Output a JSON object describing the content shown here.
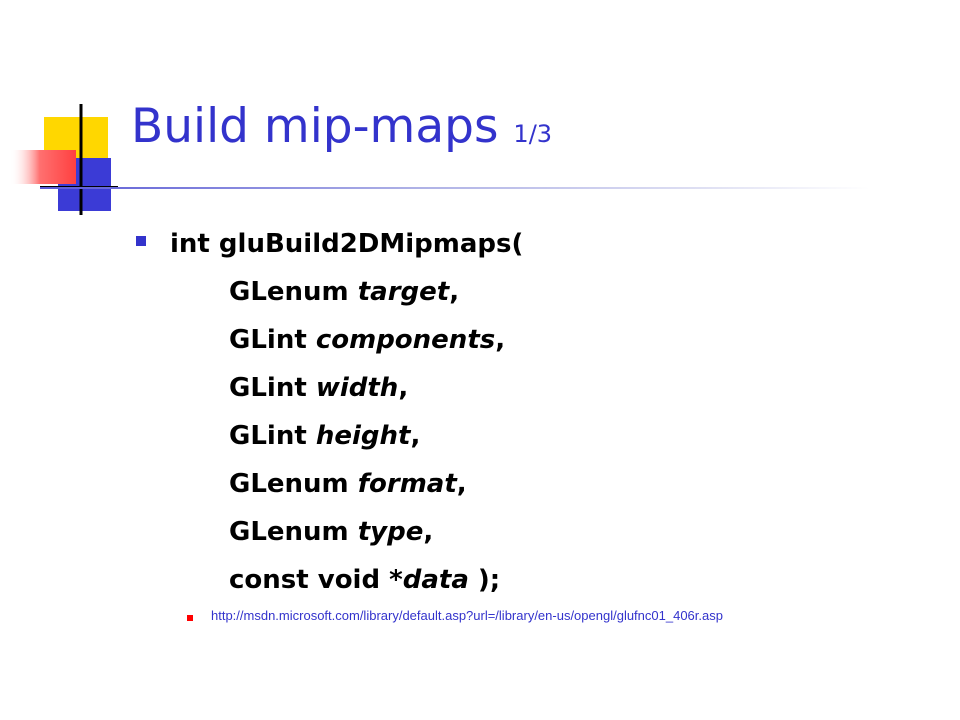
{
  "theme": {
    "title_color": "#3333cc",
    "accent_color": "#3333cc",
    "text_color": "#000000",
    "logo_colors": {
      "yellow": "#ffd700",
      "blue": "#3b3bd6",
      "red": "#ff5a5a",
      "line": "#000000"
    }
  },
  "slide": {
    "title": "Build mip-maps",
    "title_suffix": "1/3",
    "code": {
      "lines": [
        {
          "type": "int",
          "name": "gluBuild2DMipmaps(",
          "punct": ""
        },
        {
          "type": "GLenum",
          "name": "target",
          "punct": ","
        },
        {
          "type": "GLint",
          "name": "components",
          "punct": ","
        },
        {
          "type": "GLint",
          "name": "width",
          "punct": ","
        },
        {
          "type": "GLint",
          "name": "height",
          "punct": ","
        },
        {
          "type": "GLenum",
          "name": "format",
          "punct": ","
        },
        {
          "type": "GLenum",
          "name": "type",
          "punct": ","
        },
        {
          "type": "const void *",
          "name": "data",
          "punct": " );"
        }
      ]
    },
    "reference_link": "http://msdn.microsoft.com/library/default.asp?url=/library/en-us/opengl/glufnc01_406r.asp"
  }
}
